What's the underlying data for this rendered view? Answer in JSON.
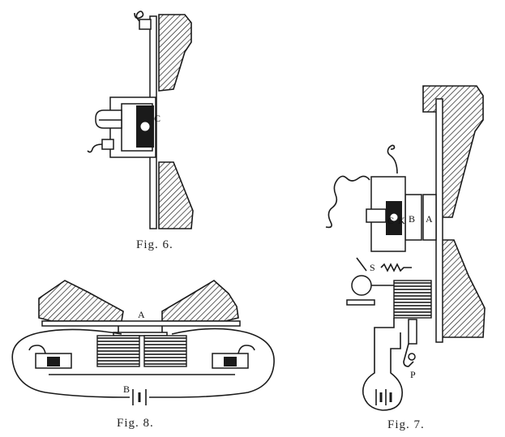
{
  "figures": [
    {
      "id": "fig6",
      "caption": "Fig. 6.",
      "labels": [
        "C"
      ]
    },
    {
      "id": "fig7",
      "caption": "Fig. 7.",
      "labels": [
        "C",
        "K",
        "B",
        "A",
        "S",
        "P"
      ]
    },
    {
      "id": "fig8",
      "caption": "Fig. 8.",
      "labels": [
        "A",
        "B"
      ]
    }
  ],
  "colors": {
    "ink": "#1a1a1a",
    "paper": "#ffffff"
  }
}
